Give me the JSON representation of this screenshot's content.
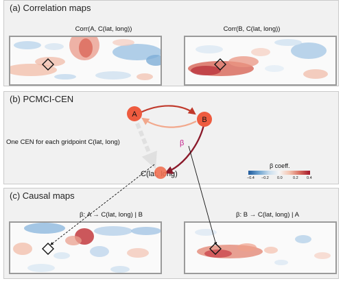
{
  "panels": {
    "a": {
      "title": "(a) Correlation maps",
      "left_map_title": "Corr(A, C(lat, long))",
      "right_map_title": "Corr(B, C(lat, long))"
    },
    "b": {
      "title": "(b) PCMCI-CEN",
      "cen_text": "One CEN for each gridpoint C(lat, long)",
      "node_a": "A",
      "node_b": "B",
      "node_c": "C(lat, long)",
      "beta_label": "β",
      "legend_title": "β coeff.",
      "legend_ticks": [
        "−0.4",
        "−0.2",
        "0.0",
        "0.2",
        "0.4"
      ]
    },
    "c": {
      "title": "(c) Causal maps",
      "left_map_title": "β:  A → C(lat, long) | B",
      "right_map_title": "β:  B → C(lat, long) | A"
    }
  },
  "colors": {
    "node_fill": "#ee5b3f",
    "arrow_ab": "#c0392b",
    "arrow_ba": "#f2a88c",
    "arrow_bc": "#8b1a2b",
    "arrow_ac": "#e0e0e0",
    "beta": "#c21c8a"
  }
}
